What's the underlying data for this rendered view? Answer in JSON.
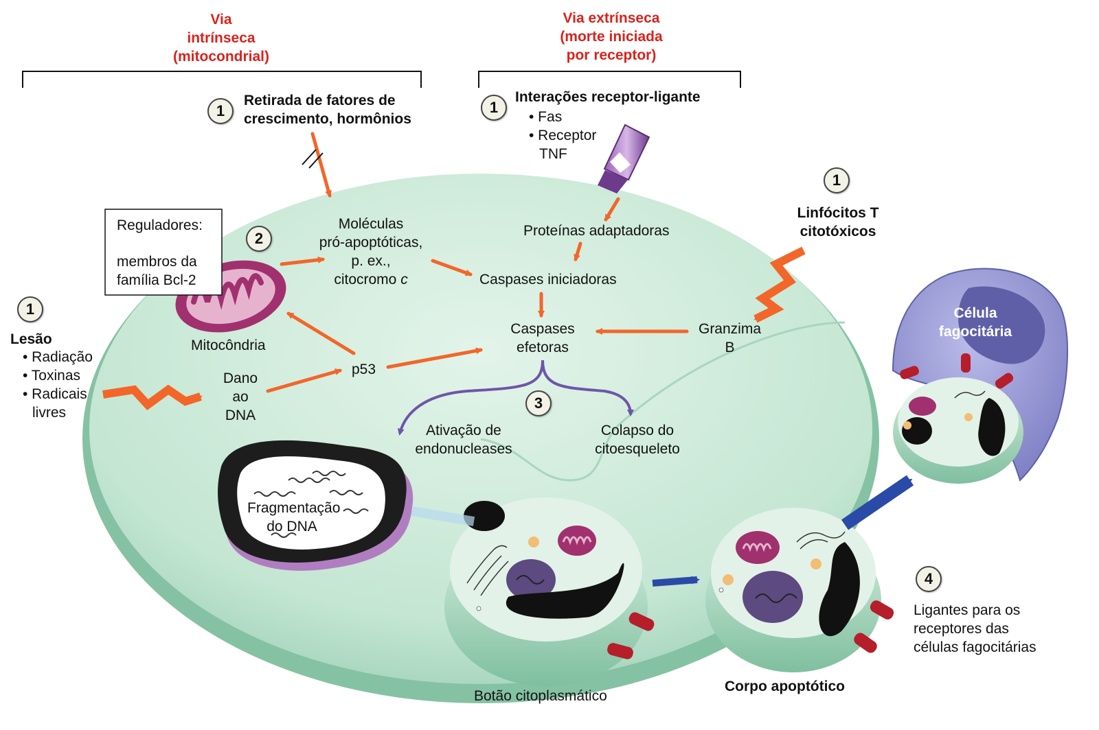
{
  "headers": {
    "intrinsic": [
      "Via",
      "intrínseca",
      "(mitocondrial)"
    ],
    "extrinsic": [
      "Via extrínseca",
      "(morte iniciada",
      "por receptor)"
    ]
  },
  "steps": {
    "growth_factor_withdrawal": {
      "number": "1",
      "lines": [
        "Retirada de fatores de",
        "crescimento, hormônios"
      ]
    },
    "receptor_ligand": {
      "number": "1",
      "title": "Interações receptor-ligante",
      "items": [
        "• Fas",
        "• Receptor",
        "TNF"
      ]
    },
    "ctl": {
      "number": "1",
      "lines": [
        "Linfócitos T",
        "citotóxicos"
      ]
    },
    "regulators": {
      "number": "2",
      "lines": [
        "Reguladores:",
        "membros da",
        "família Bcl-2"
      ]
    },
    "injury": {
      "number": "1",
      "title": "Lesão",
      "items": [
        "• Radiação",
        "• Toxinas",
        "• Radicais",
        "livres"
      ]
    },
    "execution": {
      "number": "3"
    },
    "ligands": {
      "number": "4",
      "lines": [
        "Ligantes para os",
        "receptores das",
        "células fagocitárias"
      ]
    }
  },
  "labels": {
    "pro_apoptotic": [
      "Moléculas",
      "pró-apoptóticas,",
      "p. ex.,"
    ],
    "cytochrome": "citocromo",
    "cytochrome_c": "c",
    "adaptor": "Proteínas adaptadoras",
    "initiator": "Caspases iniciadoras",
    "effector": [
      "Caspases",
      "efetoras"
    ],
    "granzyme": [
      "Granzima",
      "B"
    ],
    "mitochondrion": "Mitocôndria",
    "dna_damage": [
      "Dano",
      "ao",
      "DNA"
    ],
    "p53": "p53",
    "endonuclease": [
      "Ativação de",
      "endonucleases"
    ],
    "cytoskeleton": [
      "Colapso do",
      "citoesqueleto"
    ],
    "dna_fragmentation": [
      "Fragmentação",
      "do DNA"
    ],
    "bleb": "Botão citoplasmático",
    "apoptotic_body": "Corpo apoptótico",
    "phagocyte": [
      "Célula",
      "fagocitária"
    ]
  },
  "colors": {
    "cell": "#bfe3cf",
    "arrow_orange": "#f2662a",
    "arrow_purple": "#6f55a8",
    "arrow_blue": "#2a4aa8",
    "header_red": "#d8231c",
    "mitochondrion": "#a0316e",
    "phagocyte": "#8f90cf"
  }
}
